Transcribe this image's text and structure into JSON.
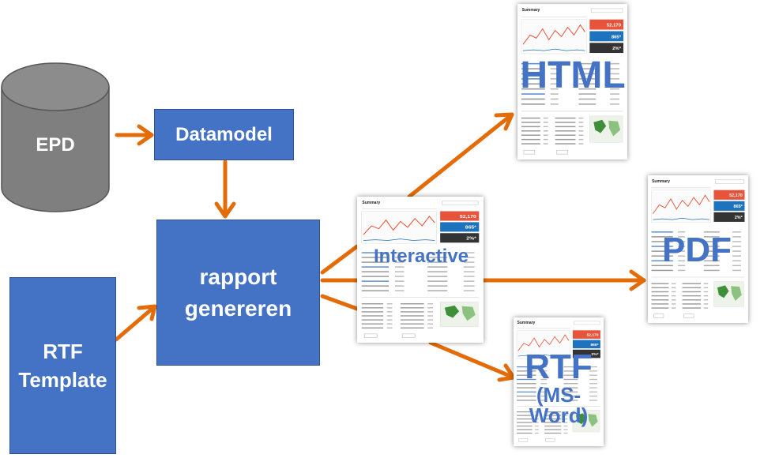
{
  "nodes": {
    "epd": "EPD",
    "datamodel": "Datamodel",
    "rapport": {
      "line1": "rapport",
      "line2": "genereren"
    },
    "rtf_template": {
      "line1": "RTF",
      "line2": "Template"
    }
  },
  "outputs": {
    "interactive": "Interactive",
    "html": "HTML",
    "pdf": "PDF",
    "rtf": {
      "line1": "RTF",
      "line2": "(MS-",
      "line3": "Word)"
    }
  },
  "thumbnail": {
    "title": "Summary",
    "kpi_values": [
      "52,170",
      "865*",
      "2%*"
    ]
  },
  "colors": {
    "box_fill": "#4472c4",
    "arrow": "#e36c09",
    "cylinder": "#7f7f7f",
    "kpi_red": "#e8533b",
    "kpi_blue": "#1e73be",
    "kpi_dark": "#333333"
  }
}
